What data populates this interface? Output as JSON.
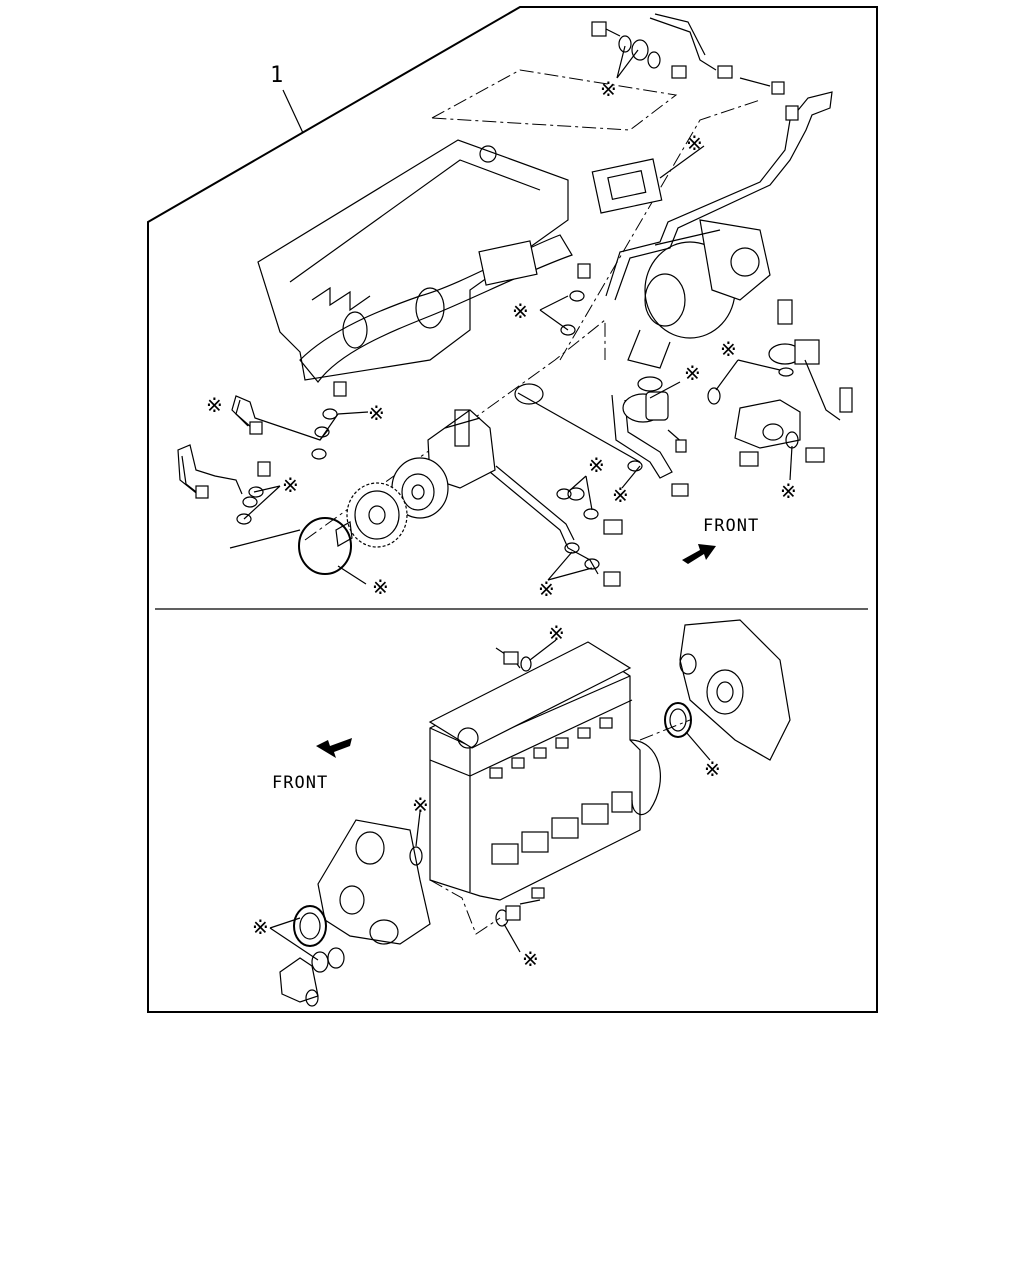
{
  "callout_number": "1",
  "front_label_top": "FRONT",
  "front_label_bottom": "FRONT",
  "service_part_mark": "※",
  "icons": {
    "asterisk": "service-part-asterisk-icon",
    "front_arrow": "front-direction-arrow-icon"
  }
}
